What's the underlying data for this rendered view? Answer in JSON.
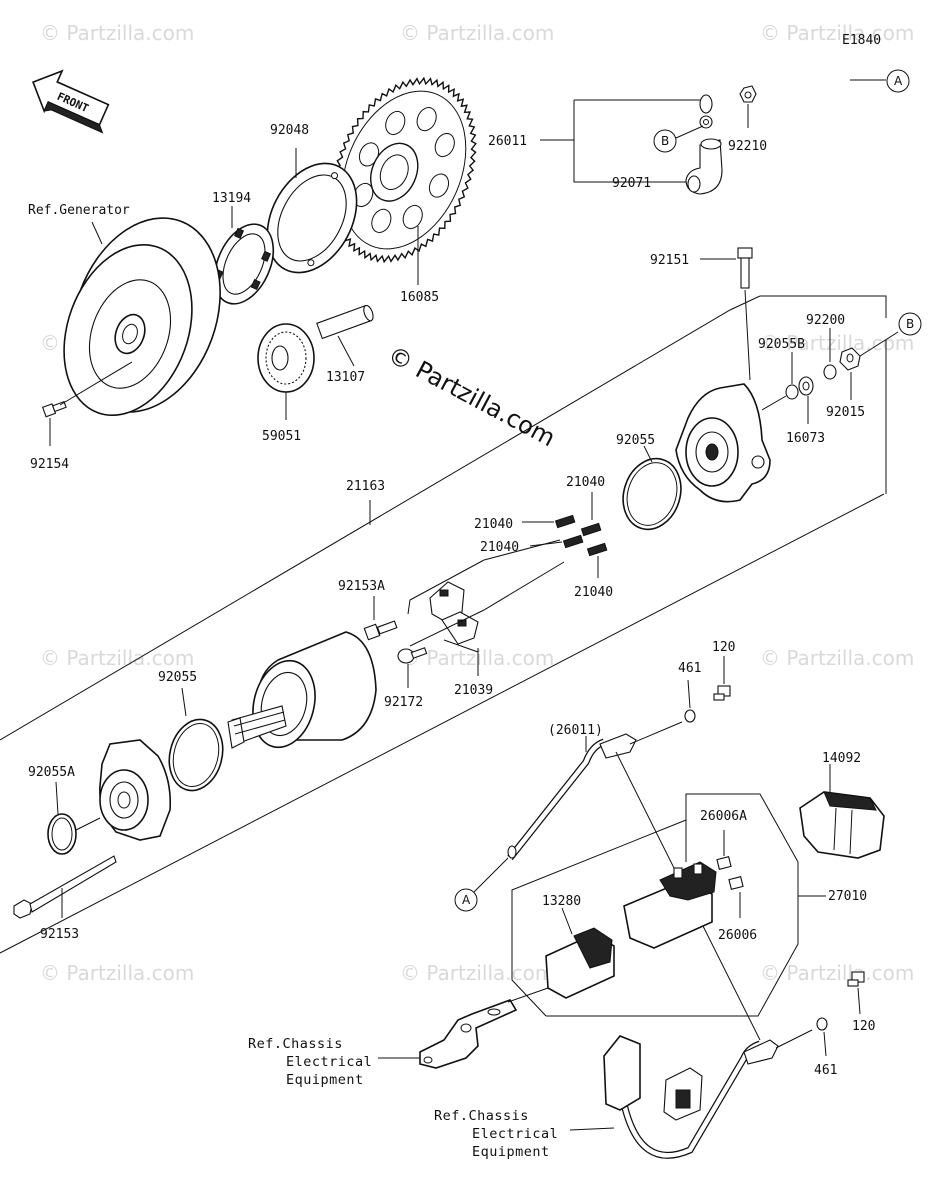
{
  "diagram_code": "E1840",
  "front_label": "FRONT",
  "watermark_main": "© Partzilla.com",
  "watermark_faint": "© Partzilla.com",
  "parts": {
    "p26011": "26011",
    "p26011_ref": "(26011)",
    "p92210": "92210",
    "p92071": "92071",
    "p92048": "92048",
    "p13194": "13194",
    "p16085": "16085",
    "p13107": "13107",
    "p59051": "59051",
    "p92154": "92154",
    "p92151": "92151",
    "p92200": "92200",
    "p92055B": "92055B",
    "p92015": "92015",
    "p16073": "16073",
    "p92055_top": "92055",
    "p92055_mid": "92055",
    "p92055A": "92055A",
    "p21163": "21163",
    "p21040_a": "21040",
    "p21040_b": "21040",
    "p21040_c": "21040",
    "p21040_d": "21040",
    "p92153A": "92153A",
    "p92172": "92172",
    "p21039": "21039",
    "p92153": "92153",
    "p461_top": "461",
    "p120_top": "120",
    "p461_bot": "461",
    "p120_bot": "120",
    "p14092": "14092",
    "p26006A": "26006A",
    "p26006": "26006",
    "p27010": "27010",
    "p13280": "13280"
  },
  "refs": {
    "generator": "Ref.Generator",
    "chassis1_l1": "Ref.Chassis",
    "chassis1_l2": "Electrical",
    "chassis1_l3": "Equipment",
    "chassis2_l1": "Ref.Chassis",
    "chassis2_l2": "Electrical",
    "chassis2_l3": "Equipment"
  },
  "callouts": {
    "a_top": "A",
    "b_left": "B",
    "b_right": "B",
    "a_bottom": "A"
  }
}
